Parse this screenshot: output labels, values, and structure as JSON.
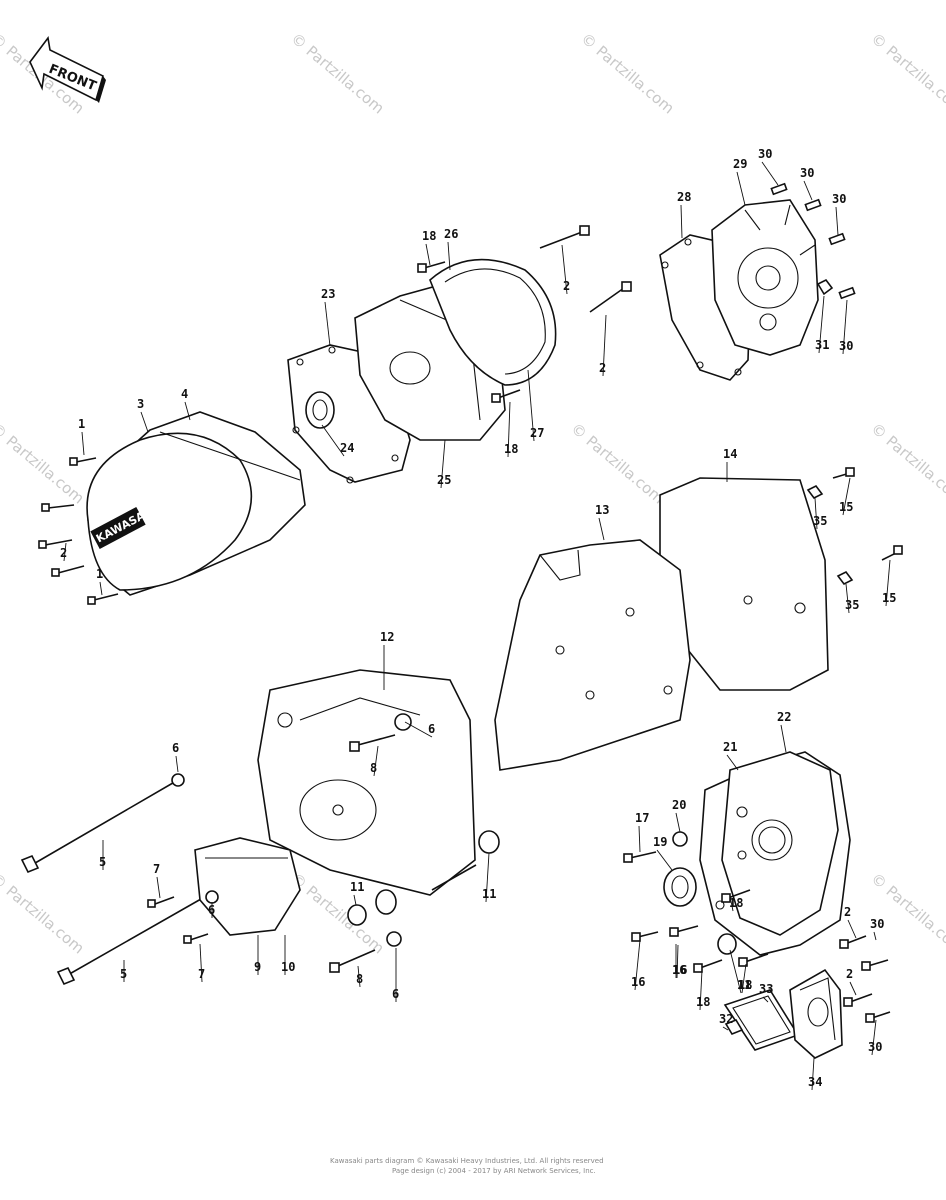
{
  "front_label": "FRONT",
  "logo_text": "KAWASAKI",
  "watermark": "© Partzilla.com",
  "footer": {
    "line1": "Kawasaki parts diagram © Kawasaki Heavy Industries, Ltd. All rights reserved",
    "line2": "Page design (c) 2004 - 2017 by ARI Network Services, Inc."
  },
  "callouts": [
    "1",
    "2",
    "3",
    "4",
    "5",
    "6",
    "7",
    "8",
    "9",
    "10",
    "11",
    "12",
    "13",
    "14",
    "15",
    "16",
    "17",
    "18",
    "19",
    "20",
    "21",
    "22",
    "23",
    "24",
    "25",
    "26",
    "27",
    "28",
    "29",
    "30",
    "31",
    "32",
    "33",
    "34",
    "35"
  ]
}
